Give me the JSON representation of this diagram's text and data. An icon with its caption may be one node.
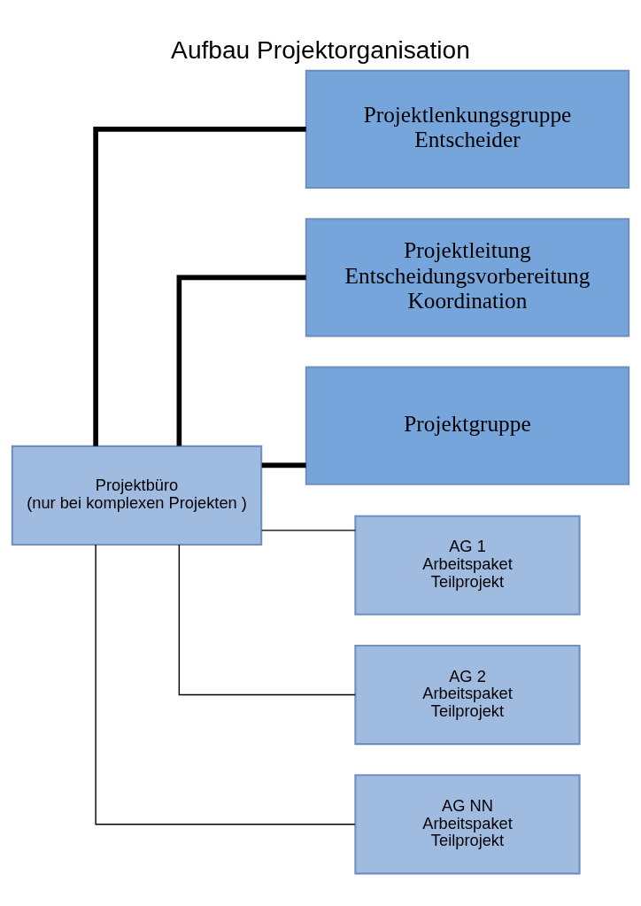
{
  "diagram": {
    "title": "Aufbau Projektorganisation",
    "nodes": [
      {
        "text": [
          "Projektlenkungsgruppe",
          "Entscheider"
        ]
      },
      {
        "text": [
          "Projektleitung",
          "Entscheidungsvorbereitung",
          "Koordination"
        ]
      },
      {
        "text": [
          "Projektgruppe"
        ]
      },
      {
        "text": [
          "Projektbüro",
          "(nur bei komplexen Projekten )"
        ]
      },
      {
        "text": [
          "AG 1",
          "Arbeitspaket",
          "Teilprojekt"
        ]
      },
      {
        "text": [
          "AG 2",
          "Arbeitspaket",
          "Teilprojekt"
        ]
      },
      {
        "text": [
          "AG NN",
          "Arbeitspaket",
          "Teilprojekt"
        ]
      }
    ],
    "edges": [
      {
        "from": 3,
        "to": 0,
        "arrow": "none",
        "style": "thick"
      },
      {
        "from": 3,
        "to": 1,
        "arrow": "none",
        "style": "thick"
      },
      {
        "from": 3,
        "to": 2,
        "arrow": "none",
        "style": "thick"
      },
      {
        "from": 3,
        "to": 4,
        "arrow": "none"
      },
      {
        "from": 3,
        "to": 5,
        "arrow": "none"
      },
      {
        "from": 3,
        "to": 6,
        "arrow": "none"
      }
    ]
  }
}
